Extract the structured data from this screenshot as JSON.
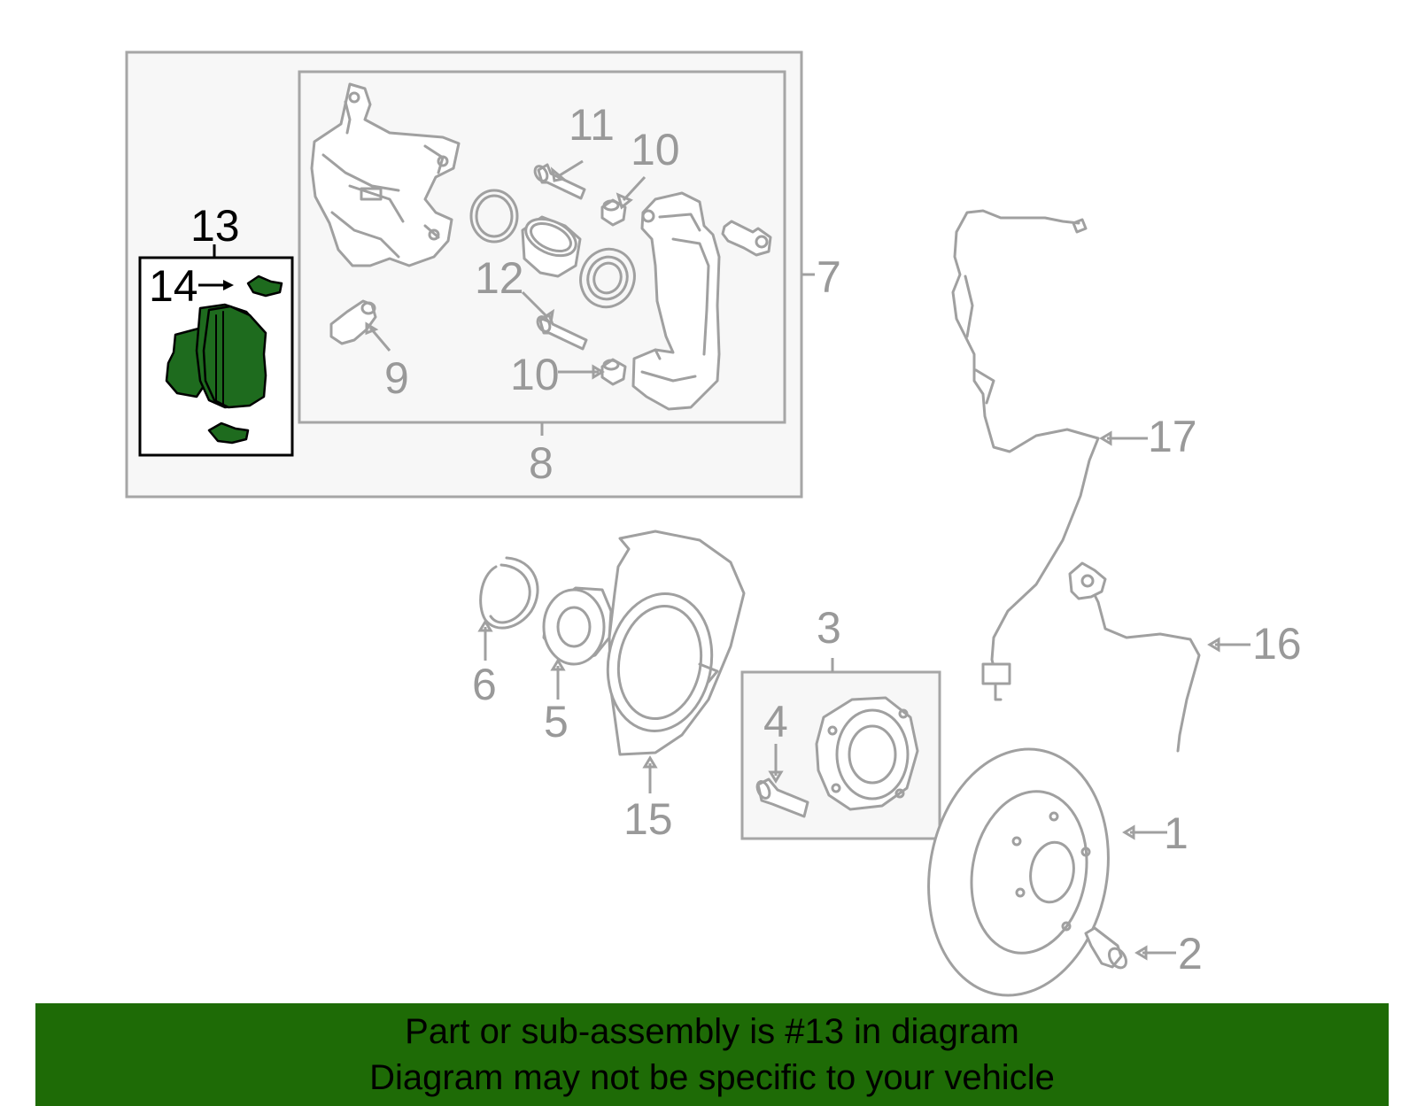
{
  "callouts": {
    "c1": "1",
    "c2": "2",
    "c3": "3",
    "c4": "4",
    "c5": "5",
    "c6": "6",
    "c7": "7",
    "c8": "8",
    "c9": "9",
    "c10a": "10",
    "c10b": "10",
    "c11": "11",
    "c12": "12",
    "c13": "13",
    "c14": "14",
    "c15": "15",
    "c16": "16",
    "c17": "17"
  },
  "banner": {
    "line1": "Part or sub-assembly is #13 in diagram",
    "line2": "Diagram may not be specific to your vehicle"
  },
  "colors": {
    "highlight": "#1e6b1e",
    "banner": "#1e6b06",
    "part_stroke": "#a0a0a0"
  }
}
